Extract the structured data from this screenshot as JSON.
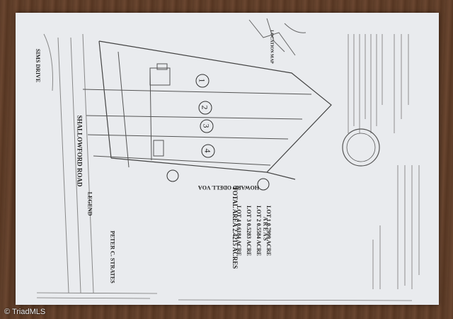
{
  "plat": {
    "road_name": "SHALLOWFORD ROAD",
    "drive_name": "SIMS DRIVE",
    "legend_label": "LEGEND",
    "location_map_label": "LOCATION MAP",
    "owner_line": "HOWARD ODELL VOA",
    "surveyor_name": "PETER C. STRATES",
    "lots": [
      {
        "number": "1"
      },
      {
        "number": "2"
      },
      {
        "number": "3"
      },
      {
        "number": "4"
      }
    ],
    "areas_title": "A R E A S",
    "area_rows": [
      {
        "lot": "LOT 1",
        "acres": "0.7999 ACRE"
      },
      {
        "lot": "LOT 2",
        "acres": "0.5584 ACRE"
      },
      {
        "lot": "LOT 3",
        "acres": "0.5283 ACRE"
      },
      {
        "lot": "LOT 4",
        "acres": "0.6184 ACRE"
      }
    ],
    "total_area": "TOTAL AREA 2.4215 ACRES"
  },
  "watermark": "© TriadMLS"
}
